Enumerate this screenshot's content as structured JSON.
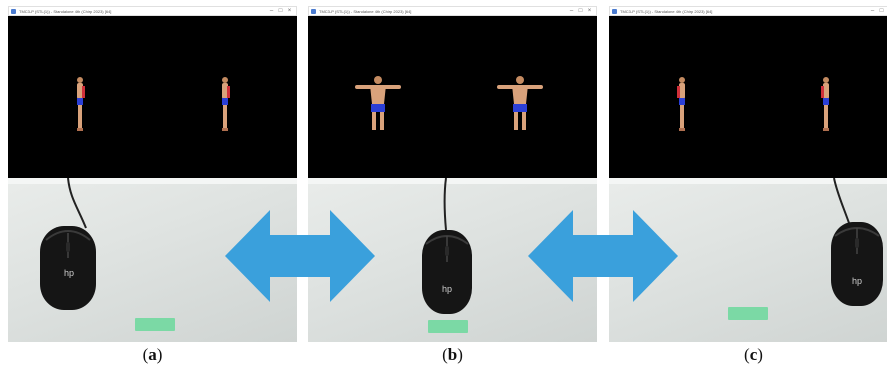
{
  "panels": [
    {
      "id": "a",
      "window_title": "TMC3-P (STL(1)) - Standalone 4th (Chirp 2023) [64]",
      "caption": "a",
      "pose": "side",
      "mouse_orientation": "rotated"
    },
    {
      "id": "b",
      "window_title": "TMC3-P (STL(1)) - Standalone 4th (Chirp 2023) [64]",
      "caption": "b",
      "pose": "t-pose",
      "mouse_orientation": "upright"
    },
    {
      "id": "c",
      "window_title": "TMC3-P (STL(1)) - Standalone 4th (Chirp 2023) [64]",
      "caption": "c",
      "pose": "side",
      "mouse_orientation": "rotated-left"
    }
  ],
  "window_controls": {
    "minimize": "–",
    "maximize": "□",
    "close": "×"
  },
  "mouse_brand": "hp",
  "colors": {
    "arrow": "#3aa0dc",
    "mat": "#7bd9a5",
    "render_background": "#000000",
    "skin": "#d9a27b",
    "shorts": "#2b3fd6",
    "accent_red": "#d0303a"
  },
  "icons": {
    "arrow": "double-headed-arrow-icon"
  }
}
